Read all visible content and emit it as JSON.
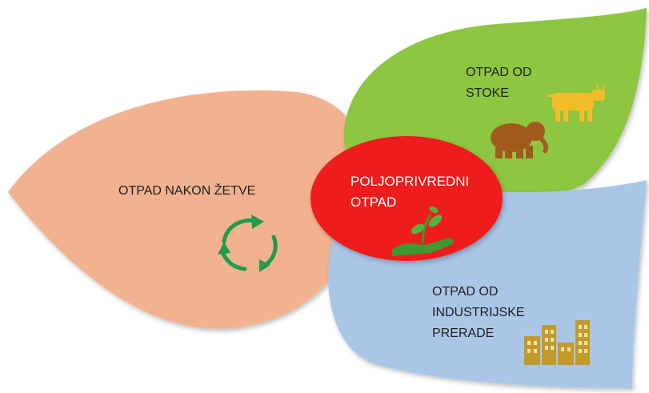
{
  "diagram": {
    "center": {
      "lines": [
        "POLJOPRIVREDNI",
        "OTPAD"
      ],
      "color": "#ee1c1c",
      "icon": "plant-in-hand-icon"
    },
    "petals": [
      {
        "key": "harvest",
        "lines": [
          "OTPAD NAKON ŽETVE"
        ],
        "color": "#f2b28f",
        "icon": "recycle-icon"
      },
      {
        "key": "livestock",
        "lines": [
          "OTPAD OD",
          "STOKE"
        ],
        "color": "#8dc63f",
        "icons": [
          "cow-icon",
          "elephant-icon"
        ]
      },
      {
        "key": "industrial",
        "lines": [
          "OTPAD OD",
          "INDUSTRIJSKE",
          "PRERADE"
        ],
        "color": "#a9c6e6",
        "icon": "buildings-icon"
      }
    ]
  }
}
